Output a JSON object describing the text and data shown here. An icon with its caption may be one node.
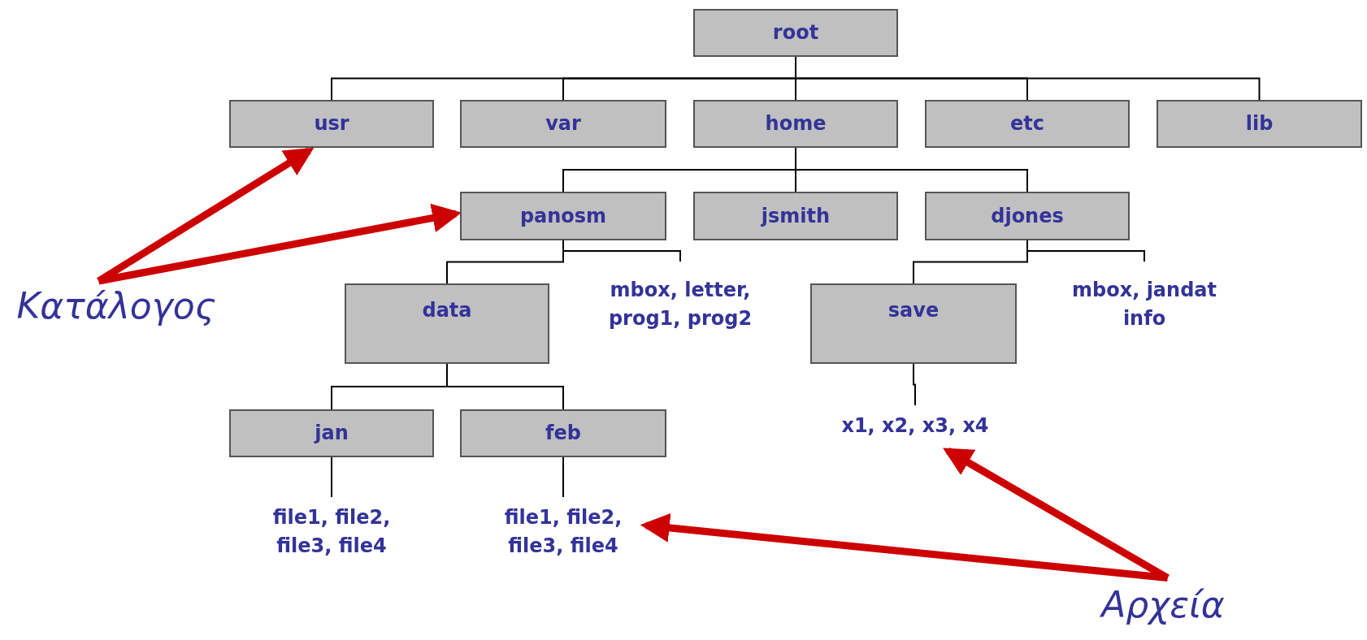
{
  "diagram": {
    "nodes": [
      {
        "text": [
          "root"
        ]
      },
      {
        "text": [
          "usr"
        ]
      },
      {
        "text": [
          "var"
        ]
      },
      {
        "text": [
          "home"
        ]
      },
      {
        "text": [
          "etc"
        ]
      },
      {
        "text": [
          "lib"
        ]
      },
      {
        "text": [
          "panosm"
        ]
      },
      {
        "text": [
          "jsmith"
        ]
      },
      {
        "text": [
          "djones"
        ]
      },
      {
        "text": [
          "Κατάλογος"
        ]
      },
      {
        "text": [
          "data"
        ]
      },
      {
        "text": [
          "mbox, letter, prog1, prog2"
        ]
      },
      {
        "text": [
          "save"
        ]
      },
      {
        "text": [
          "mbox, jandat info"
        ]
      },
      {
        "text": [
          "jan"
        ]
      },
      {
        "text": [
          "feb"
        ]
      },
      {
        "text": [
          "x1, x2, x3, x4"
        ]
      },
      {
        "text": [
          "file1, file2, file3, file4"
        ]
      },
      {
        "text": [
          "file1, file2, file3, file4"
        ]
      },
      {
        "text": [
          "Αρχεία"
        ]
      }
    ],
    "edges": [
      {
        "from": 0,
        "to": 1,
        "arrow": "none"
      },
      {
        "from": 0,
        "to": 2,
        "arrow": "none"
      },
      {
        "from": 0,
        "to": 3,
        "arrow": "none"
      },
      {
        "from": 0,
        "to": 4,
        "arrow": "none"
      },
      {
        "from": 0,
        "to": 5,
        "arrow": "none"
      },
      {
        "from": 3,
        "to": 6,
        "arrow": "none"
      },
      {
        "from": 3,
        "to": 7,
        "arrow": "none"
      },
      {
        "from": 3,
        "to": 8,
        "arrow": "none"
      },
      {
        "from": 6,
        "to": 10,
        "arrow": "none"
      },
      {
        "from": 6,
        "to": 11,
        "arrow": "none"
      },
      {
        "from": 8,
        "to": 12,
        "arrow": "none"
      },
      {
        "from": 8,
        "to": 13,
        "arrow": "none"
      },
      {
        "from": 10,
        "to": 14,
        "arrow": "none"
      },
      {
        "from": 10,
        "to": 15,
        "arrow": "none"
      },
      {
        "from": 12,
        "to": 16,
        "arrow": "none"
      },
      {
        "from": 14,
        "to": 17,
        "arrow": "none"
      },
      {
        "from": 15,
        "to": 18,
        "arrow": "none"
      },
      {
        "from": 9,
        "to": 1,
        "arrow": "to",
        "style": "thick",
        "color": "#cc0000"
      },
      {
        "from": 9,
        "to": 6,
        "arrow": "to",
        "style": "thick",
        "color": "#cc0000"
      },
      {
        "from": 19,
        "to": 16,
        "arrow": "to",
        "style": "thick",
        "color": "#cc0000"
      },
      {
        "from": 19,
        "to": 18,
        "arrow": "to",
        "style": "thick",
        "color": "#cc0000"
      }
    ]
  }
}
